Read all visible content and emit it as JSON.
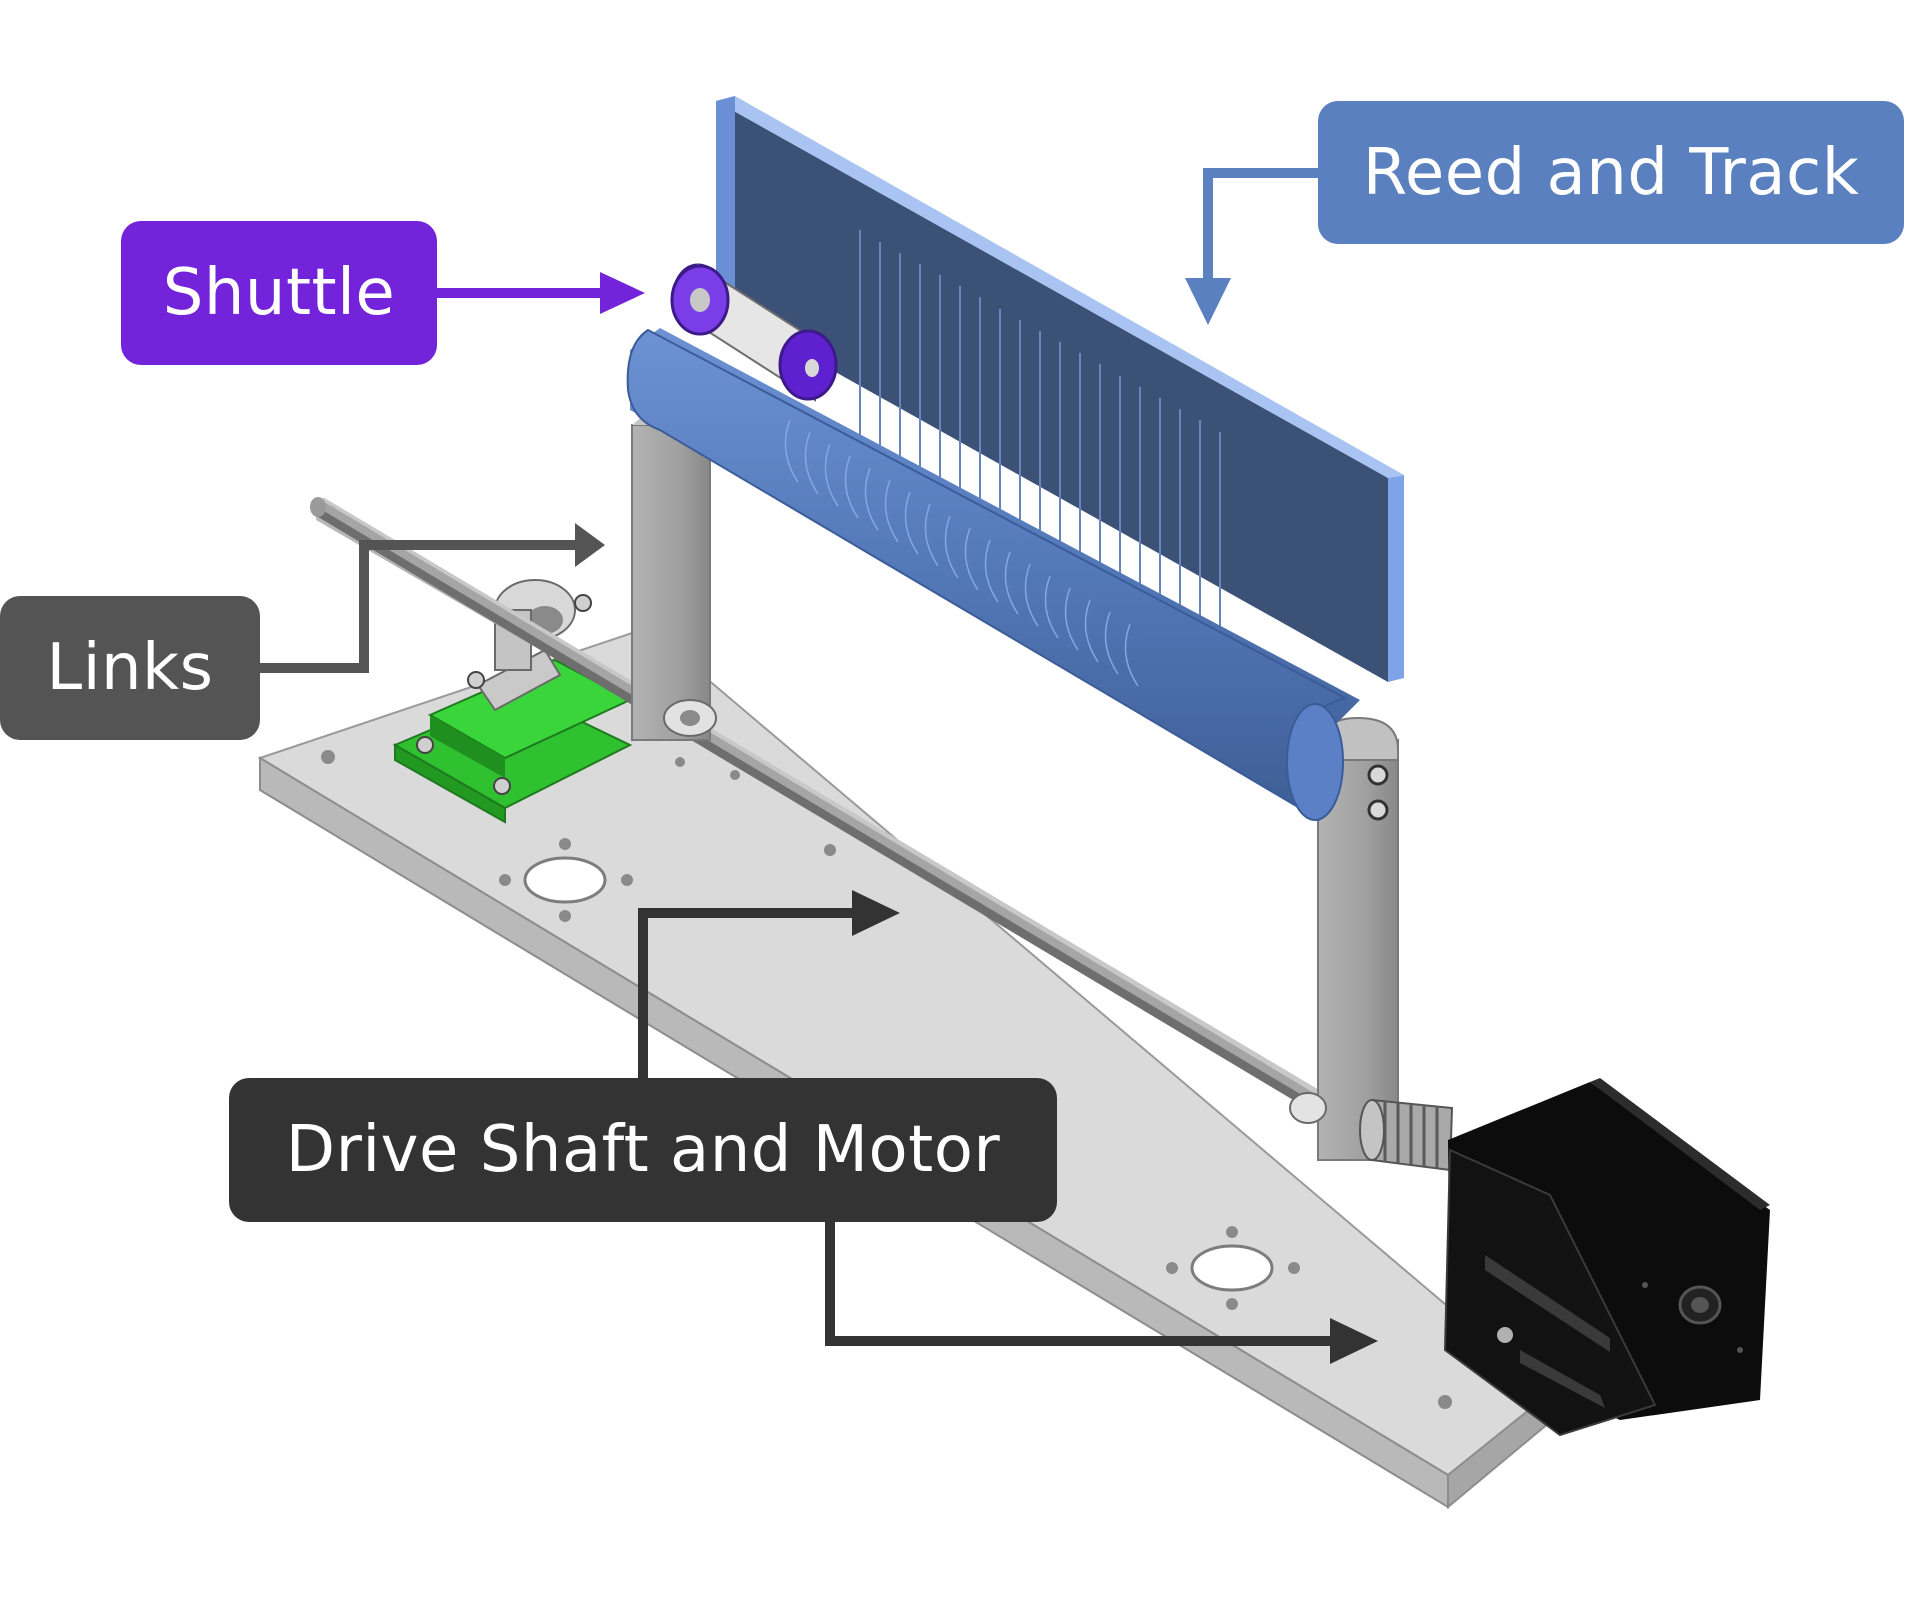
{
  "callouts": {
    "shuttle": {
      "label": "Shuttle",
      "color": "#7323d9"
    },
    "reed_track": {
      "label": "Reed and Track",
      "color": "#5a80c0"
    },
    "links": {
      "label": "Links",
      "color": "#545454"
    },
    "drive_motor": {
      "label": "Drive Shaft and Motor",
      "color": "#333333"
    }
  },
  "parts": [
    "shuttle",
    "reed",
    "track",
    "links",
    "drive-shaft",
    "motor",
    "base-plate",
    "pillow-block-bearing",
    "coupling"
  ]
}
